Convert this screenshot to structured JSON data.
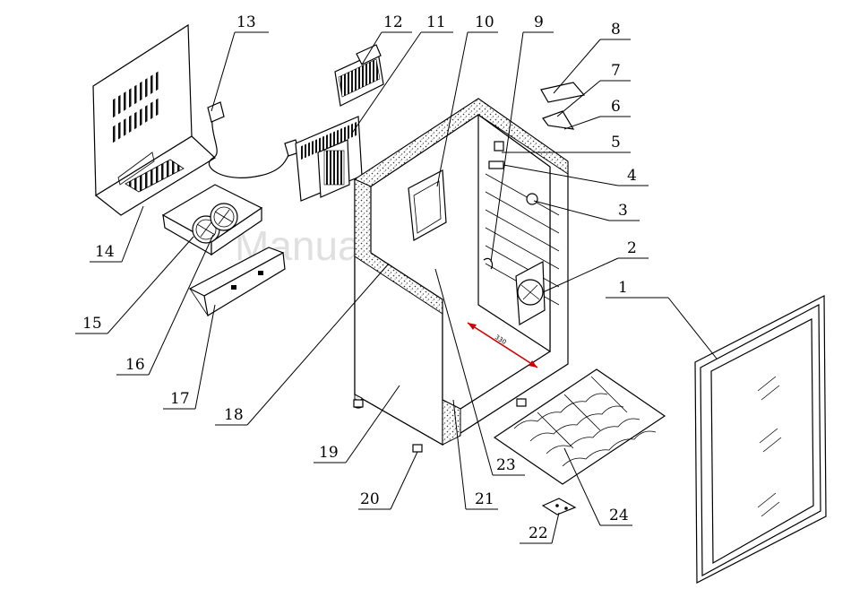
{
  "watermark": "ManualsLib.com",
  "dimension_label": "330",
  "part_labels": [
    "1",
    "2",
    "3",
    "4",
    "5",
    "6",
    "7",
    "8",
    "9",
    "10",
    "11",
    "12",
    "13",
    "14",
    "15",
    "16",
    "17",
    "18",
    "19",
    "20",
    "21",
    "22",
    "23",
    "24"
  ]
}
